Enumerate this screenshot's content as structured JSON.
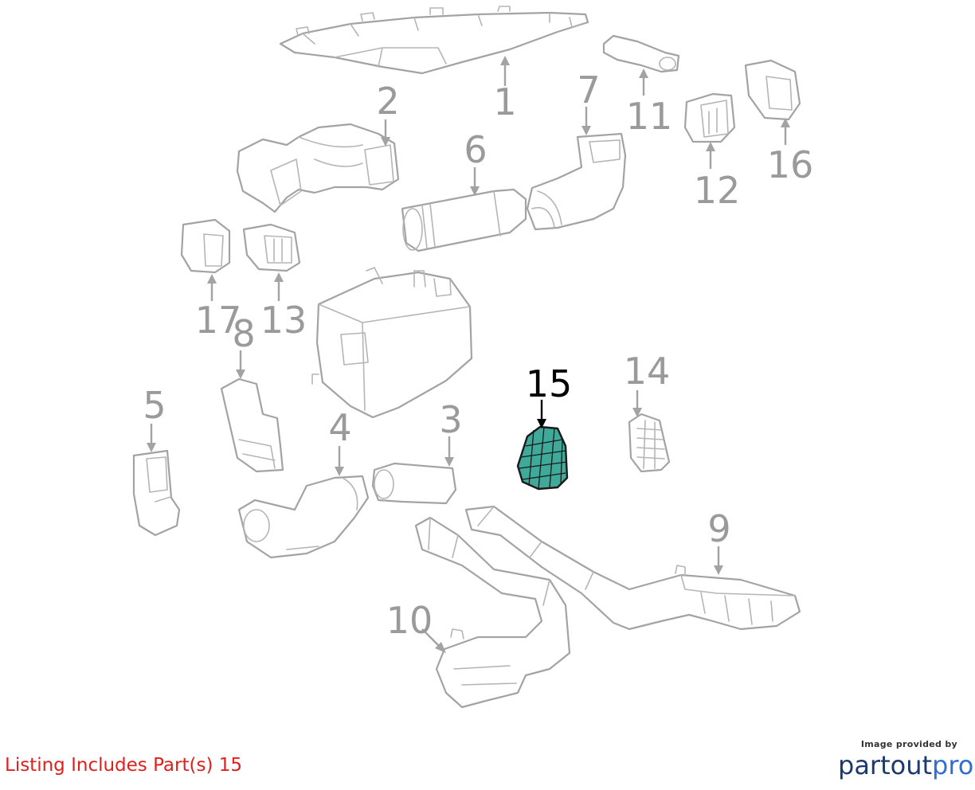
{
  "diagram": {
    "callouts": [
      "1",
      "2",
      "3",
      "4",
      "5",
      "6",
      "7",
      "8",
      "9",
      "10",
      "11",
      "12",
      "13",
      "14",
      "15",
      "16",
      "17"
    ],
    "highlighted": "15",
    "highlight_color": "#3fa99a",
    "line_color": "#a3a3a3"
  },
  "footer": {
    "listing_text": "Listing Includes Part(s)  15",
    "listing_color": "#e0201b"
  },
  "brand": {
    "provided_text": "Image provided by",
    "name_part1": "partout",
    "name_part2": "pro"
  }
}
